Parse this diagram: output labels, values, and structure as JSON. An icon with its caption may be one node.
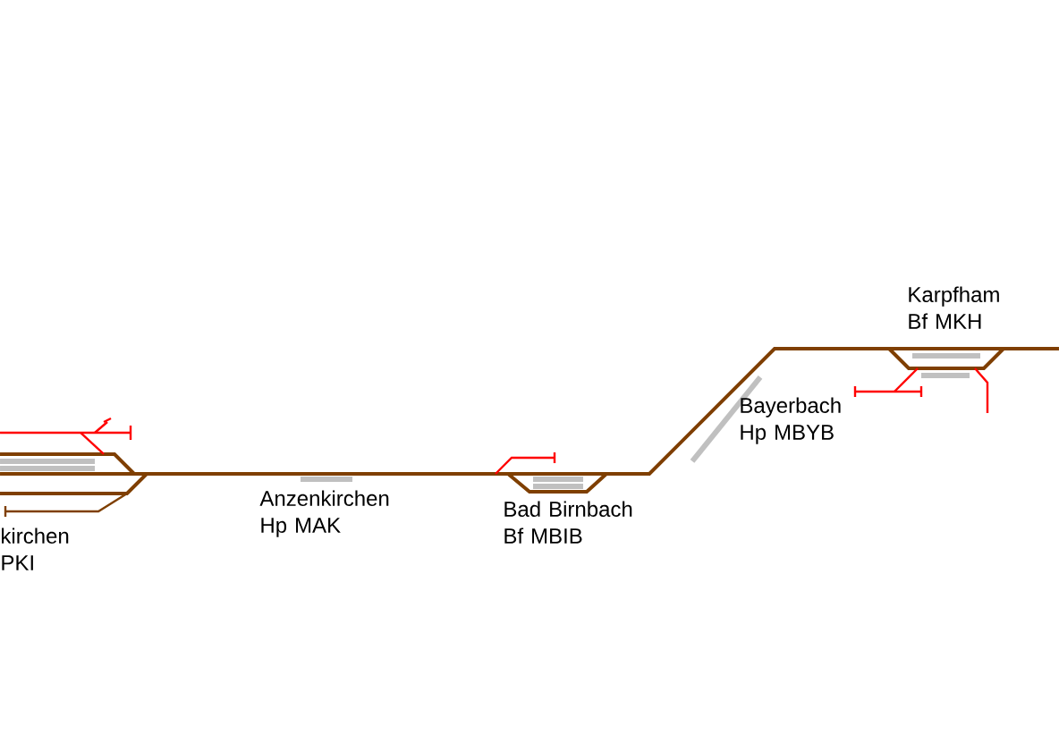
{
  "diagram": {
    "labels": [
      "Karpfham Bf MKH",
      "Bayerbach Hp MBYB",
      "Anzenkirchen Hp MAK",
      "Bad Birnbach Bf MBIB",
      "kirchen PKI"
    ]
  }
}
